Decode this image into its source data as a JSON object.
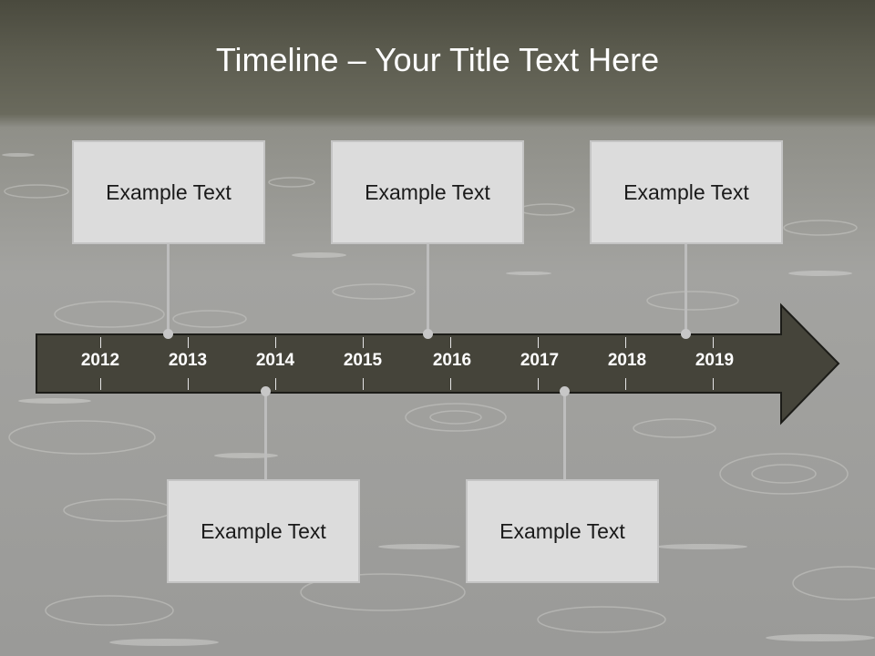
{
  "title": "Timeline – Your Title Text Here",
  "timeline": {
    "years": [
      "2012",
      "2013",
      "2014",
      "2015",
      "2016",
      "2017",
      "2018",
      "2019"
    ],
    "events_above": [
      {
        "text": "Example Text"
      },
      {
        "text": "Example Text"
      },
      {
        "text": "Example Text"
      }
    ],
    "events_below": [
      {
        "text": "Example Text"
      },
      {
        "text": "Example Text"
      }
    ]
  },
  "colors": {
    "arrow_fill": "#45443a",
    "arrow_stroke": "#1c1c18",
    "box_fill": "#dcdcdc",
    "title_color": "#ffffff"
  }
}
